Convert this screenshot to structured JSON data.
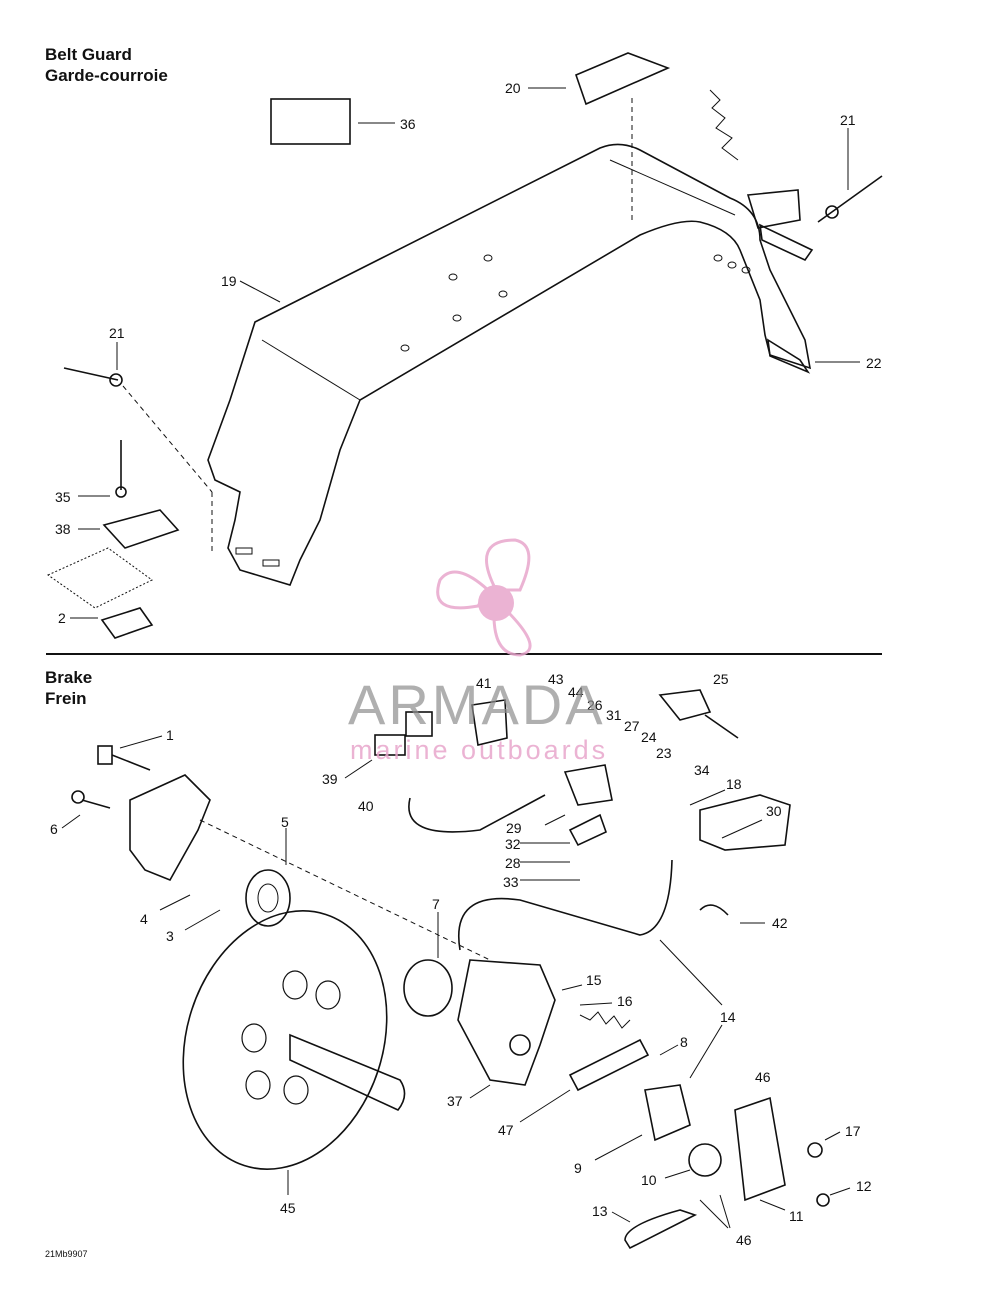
{
  "sections": {
    "belt_guard": {
      "title_en": "Belt Guard",
      "title_fr": "Garde-courroie"
    },
    "brake": {
      "title_en": "Brake",
      "title_fr": "Frein"
    }
  },
  "callouts": {
    "n20": "20",
    "n36": "36",
    "n21a": "21",
    "n19": "19",
    "n21b": "21",
    "n22": "22",
    "n35": "35",
    "n38": "38",
    "n2": "2",
    "n41": "41",
    "n43": "43",
    "n44": "44",
    "n26": "26",
    "n31": "31",
    "n27": "27",
    "n25": "25",
    "n24": "24",
    "n23": "23",
    "n39": "39",
    "n40": "40",
    "n34": "34",
    "n18": "18",
    "n30": "30",
    "n29": "29",
    "n32": "32",
    "n28": "28",
    "n33": "33",
    "n1": "1",
    "n6": "6",
    "n5": "5",
    "n4": "4",
    "n3": "3",
    "n7": "7",
    "n42": "42",
    "n15": "15",
    "n16": "16",
    "n14": "14",
    "n8": "8",
    "n46a": "46",
    "n17": "17",
    "n37": "37",
    "n47": "47",
    "n9": "9",
    "n10": "10",
    "n12": "12",
    "n11": "11",
    "n13": "13",
    "n46b": "46",
    "n45": "45"
  },
  "reference_code": "21Mb9907",
  "watermark": {
    "brand": "ARMADA",
    "tagline": "marine outboards",
    "color": "#e8a6cc"
  }
}
